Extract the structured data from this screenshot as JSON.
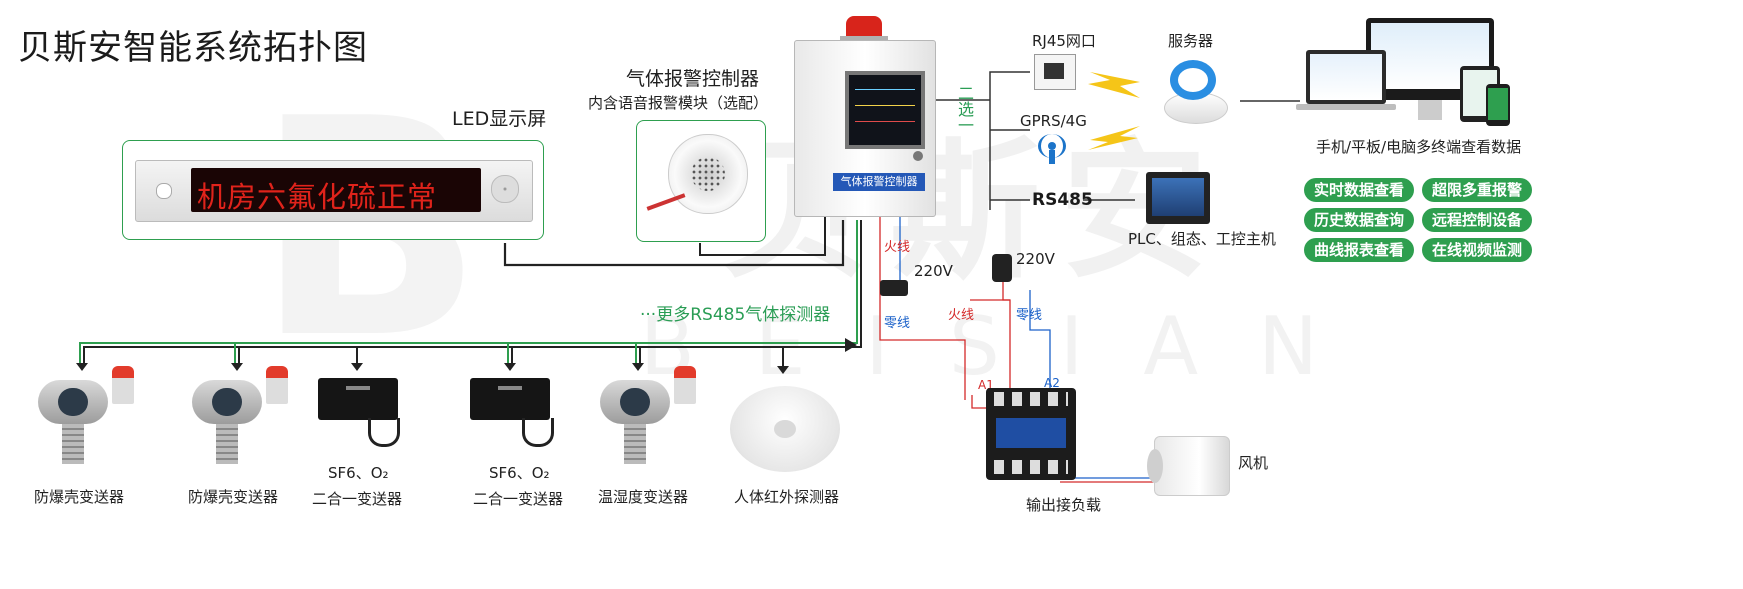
{
  "title": "贝斯安智能系统拓扑图",
  "watermark": {
    "cn": "贝斯安",
    "en": "BEISIAN"
  },
  "led": {
    "label": "LED显示屏",
    "scroll_text": "机房六氟化硫正常"
  },
  "controller": {
    "title": "气体报警控制器",
    "subtitle": "内含语音报警模块（选配）",
    "panel_label": "气体报警控制器"
  },
  "network": {
    "select_label": "二选一",
    "rj45": "RJ45网口",
    "gprs": "GPRS/4G",
    "server": "服务器",
    "rs485": "RS485",
    "plc": "PLC、组态、工控主机"
  },
  "terminals": {
    "label": "手机/平板/电脑多终端查看数据"
  },
  "features": [
    "实时数据查看",
    "超限多重报警",
    "历史数据查询",
    "远程控制设备",
    "曲线报表查看",
    "在线视频监测"
  ],
  "bus": {
    "more_label": "···更多RS485气体探测器"
  },
  "detectors": [
    {
      "name": "防爆壳变送器"
    },
    {
      "name": "防爆壳变送器"
    },
    {
      "name": "SF6、O₂\n二合一变送器",
      "line1": "SF6、O₂",
      "line2": "二合一变送器"
    },
    {
      "name": "SF6、O₂\n二合一变送器",
      "line1": "SF6、O₂",
      "line2": "二合一变送器"
    },
    {
      "name": "温湿度变送器"
    },
    {
      "name": "人体红外探测器"
    }
  ],
  "power": {
    "v1": "220V",
    "v2": "220V",
    "live": "火线",
    "neutral": "零线",
    "live2": "火线",
    "neutral2": "零线",
    "a1": "A1",
    "a2": "A2"
  },
  "output": {
    "label": "输出接负载",
    "fan": "风机"
  },
  "colors": {
    "accent": "#2e9f4f",
    "live": "#d42a2a",
    "neutral": "#1c62c9",
    "led_text": "#e0231b"
  }
}
